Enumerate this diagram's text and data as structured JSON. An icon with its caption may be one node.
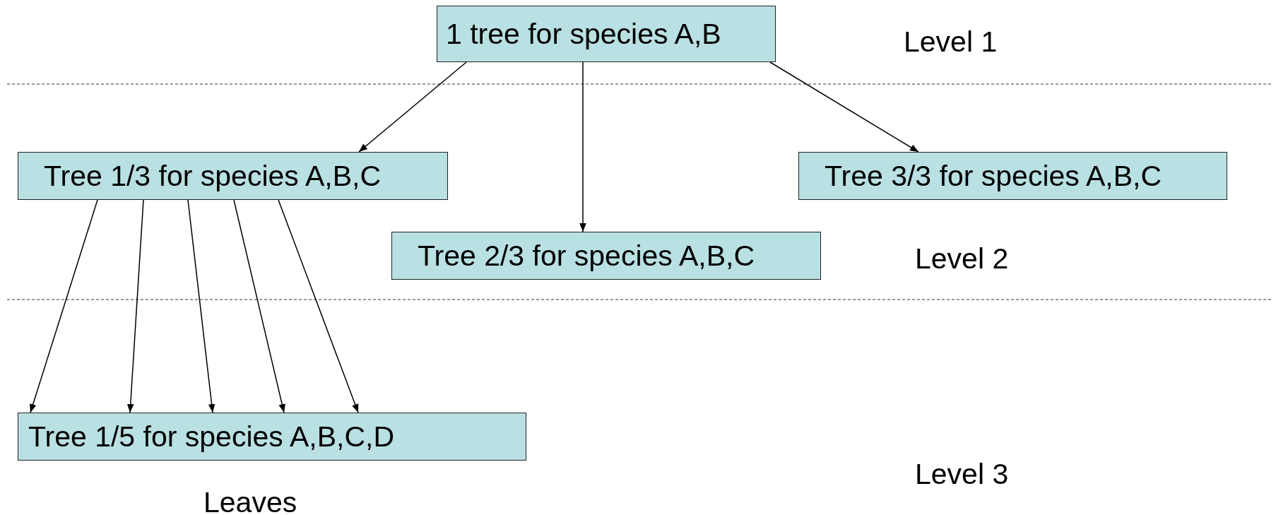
{
  "diagram": {
    "nodes": [
      {
        "text": [
          "1 tree for species A,B"
        ]
      },
      {
        "text": [
          "Tree 1/3 for species A,B,C"
        ]
      },
      {
        "text": [
          "Tree 2/3 for species A,B,C"
        ]
      },
      {
        "text": [
          "Tree 3/3 for species A,B,C"
        ]
      },
      {
        "text": [
          "Tree 1/5 for species A,B,C,D"
        ]
      }
    ],
    "edges": [
      {
        "from": 0,
        "to": 1,
        "arrow": "to"
      },
      {
        "from": 0,
        "to": 2,
        "arrow": "to"
      },
      {
        "from": 0,
        "to": 3,
        "arrow": "to"
      },
      {
        "from": 1,
        "to": 4,
        "arrow": "to"
      },
      {
        "from": 1,
        "to": 4,
        "arrow": "to"
      },
      {
        "from": 1,
        "to": 4,
        "arrow": "to"
      },
      {
        "from": 1,
        "to": 4,
        "arrow": "to"
      },
      {
        "from": 1,
        "to": 4,
        "arrow": "to"
      }
    ],
    "labels": [
      "Level 1",
      "Level 2",
      "Leaves",
      "Level 3"
    ]
  }
}
